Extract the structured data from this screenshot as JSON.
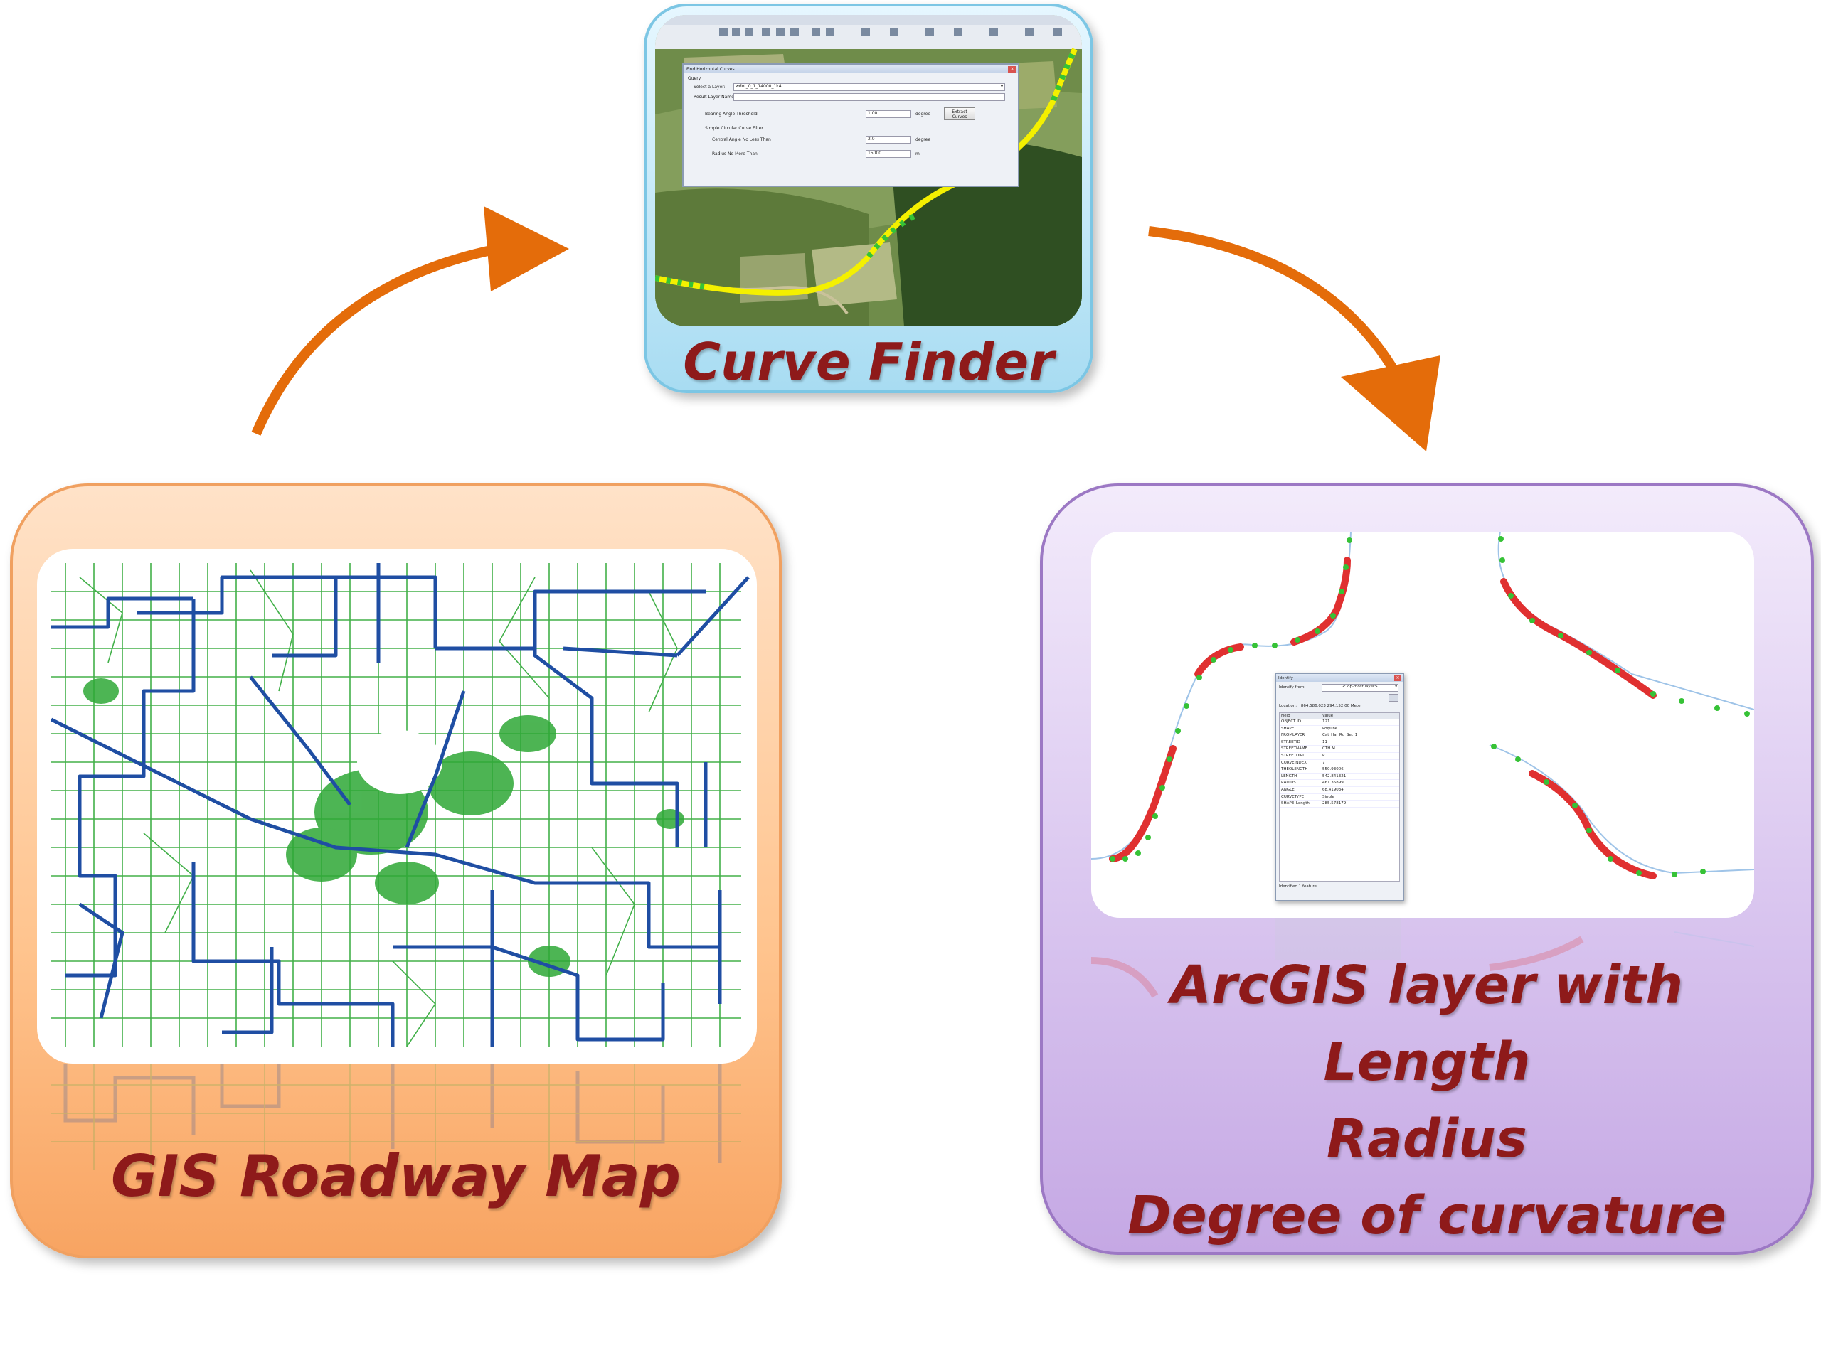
{
  "boxes": {
    "gis_label": "GIS Roadway Map",
    "curve_finder_label": "Curve Finder",
    "arcgis_label_lines": [
      "ArcGIS layer with",
      "Length",
      "Radius",
      "Degree of curvature"
    ]
  },
  "dialog": {
    "title": "Find Horizontal Curves",
    "query_label": "Query",
    "select_layer_label": "Select a Layer:",
    "select_layer_value": "wdot_0_1_14000_1k4",
    "result_layer_label": "Result Layer Name:",
    "bearing_label": "Bearing Angle Threshold",
    "bearing_value": "1.00",
    "bearing_unit": "degree",
    "extract_button": "Extract Curves",
    "simple_filter_label": "Simple Circular Curve Filter",
    "central_angle_label": "Central Angle No Less Than",
    "central_angle_value": "2.0",
    "central_angle_unit": "degree",
    "radius_label": "Radius No More Than",
    "radius_value": "15000",
    "radius_unit": "m"
  },
  "identify": {
    "title": "Identify",
    "identify_from_label": "Identify from:",
    "identify_from_value": "<Top-most layer>",
    "location_label": "Location:",
    "location_value": "864,586.023 294,152.00 Mete",
    "col_field": "Field",
    "col_value": "Value",
    "rows": [
      {
        "field": "OBJECT ID",
        "value": "121"
      },
      {
        "field": "SHAPE",
        "value": "Polyline"
      },
      {
        "field": "FROMLAYER",
        "value": "Cat_Hal_Rd_Set_1"
      },
      {
        "field": "STREETID",
        "value": "11"
      },
      {
        "field": "STREETNAME",
        "value": "CTH M"
      },
      {
        "field": "STREETDIRC",
        "value": "P"
      },
      {
        "field": "CURVEINDEX",
        "value": "7"
      },
      {
        "field": "THEOLENGTH",
        "value": "550.93006"
      },
      {
        "field": "LENGTH",
        "value": "542.841321"
      },
      {
        "field": "RADIUS",
        "value": "461.35899"
      },
      {
        "field": "ANGLE",
        "value": "68.419034"
      },
      {
        "field": "CURVETYPE",
        "value": "Single"
      },
      {
        "field": "SHAPE_Length",
        "value": "285.578179"
      }
    ],
    "status": "Identified 1 feature"
  },
  "colors": {
    "arrow": "#e46c0a",
    "label": "#8e1a1a",
    "major_road": "#1f4ea3",
    "minor_road": "#2ea836",
    "curve_highlight": "#e03030",
    "curve_points": "#36c236",
    "satellite_curve": "#f4f000"
  }
}
